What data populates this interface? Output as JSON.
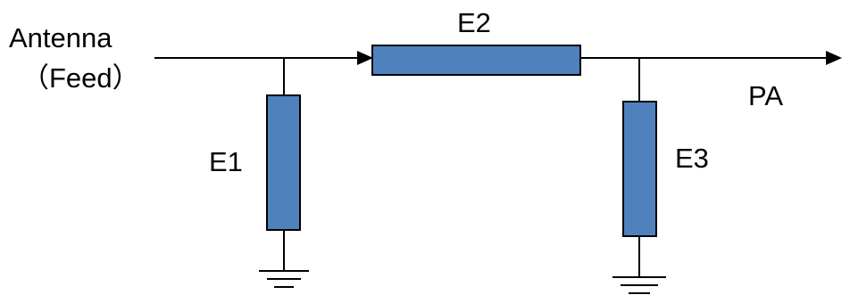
{
  "labels": {
    "input": "Antenna",
    "input_sub": "（Feed）",
    "output": "PA",
    "element1": "E1",
    "element2": "E2",
    "element3": "E3"
  },
  "colors": {
    "element_fill": "#4F81BD",
    "element_stroke": "#000000",
    "wire": "#000000",
    "background": "#FFFFFF"
  },
  "icons": {
    "ground": "ground-icon",
    "arrow": "arrowhead-icon"
  }
}
